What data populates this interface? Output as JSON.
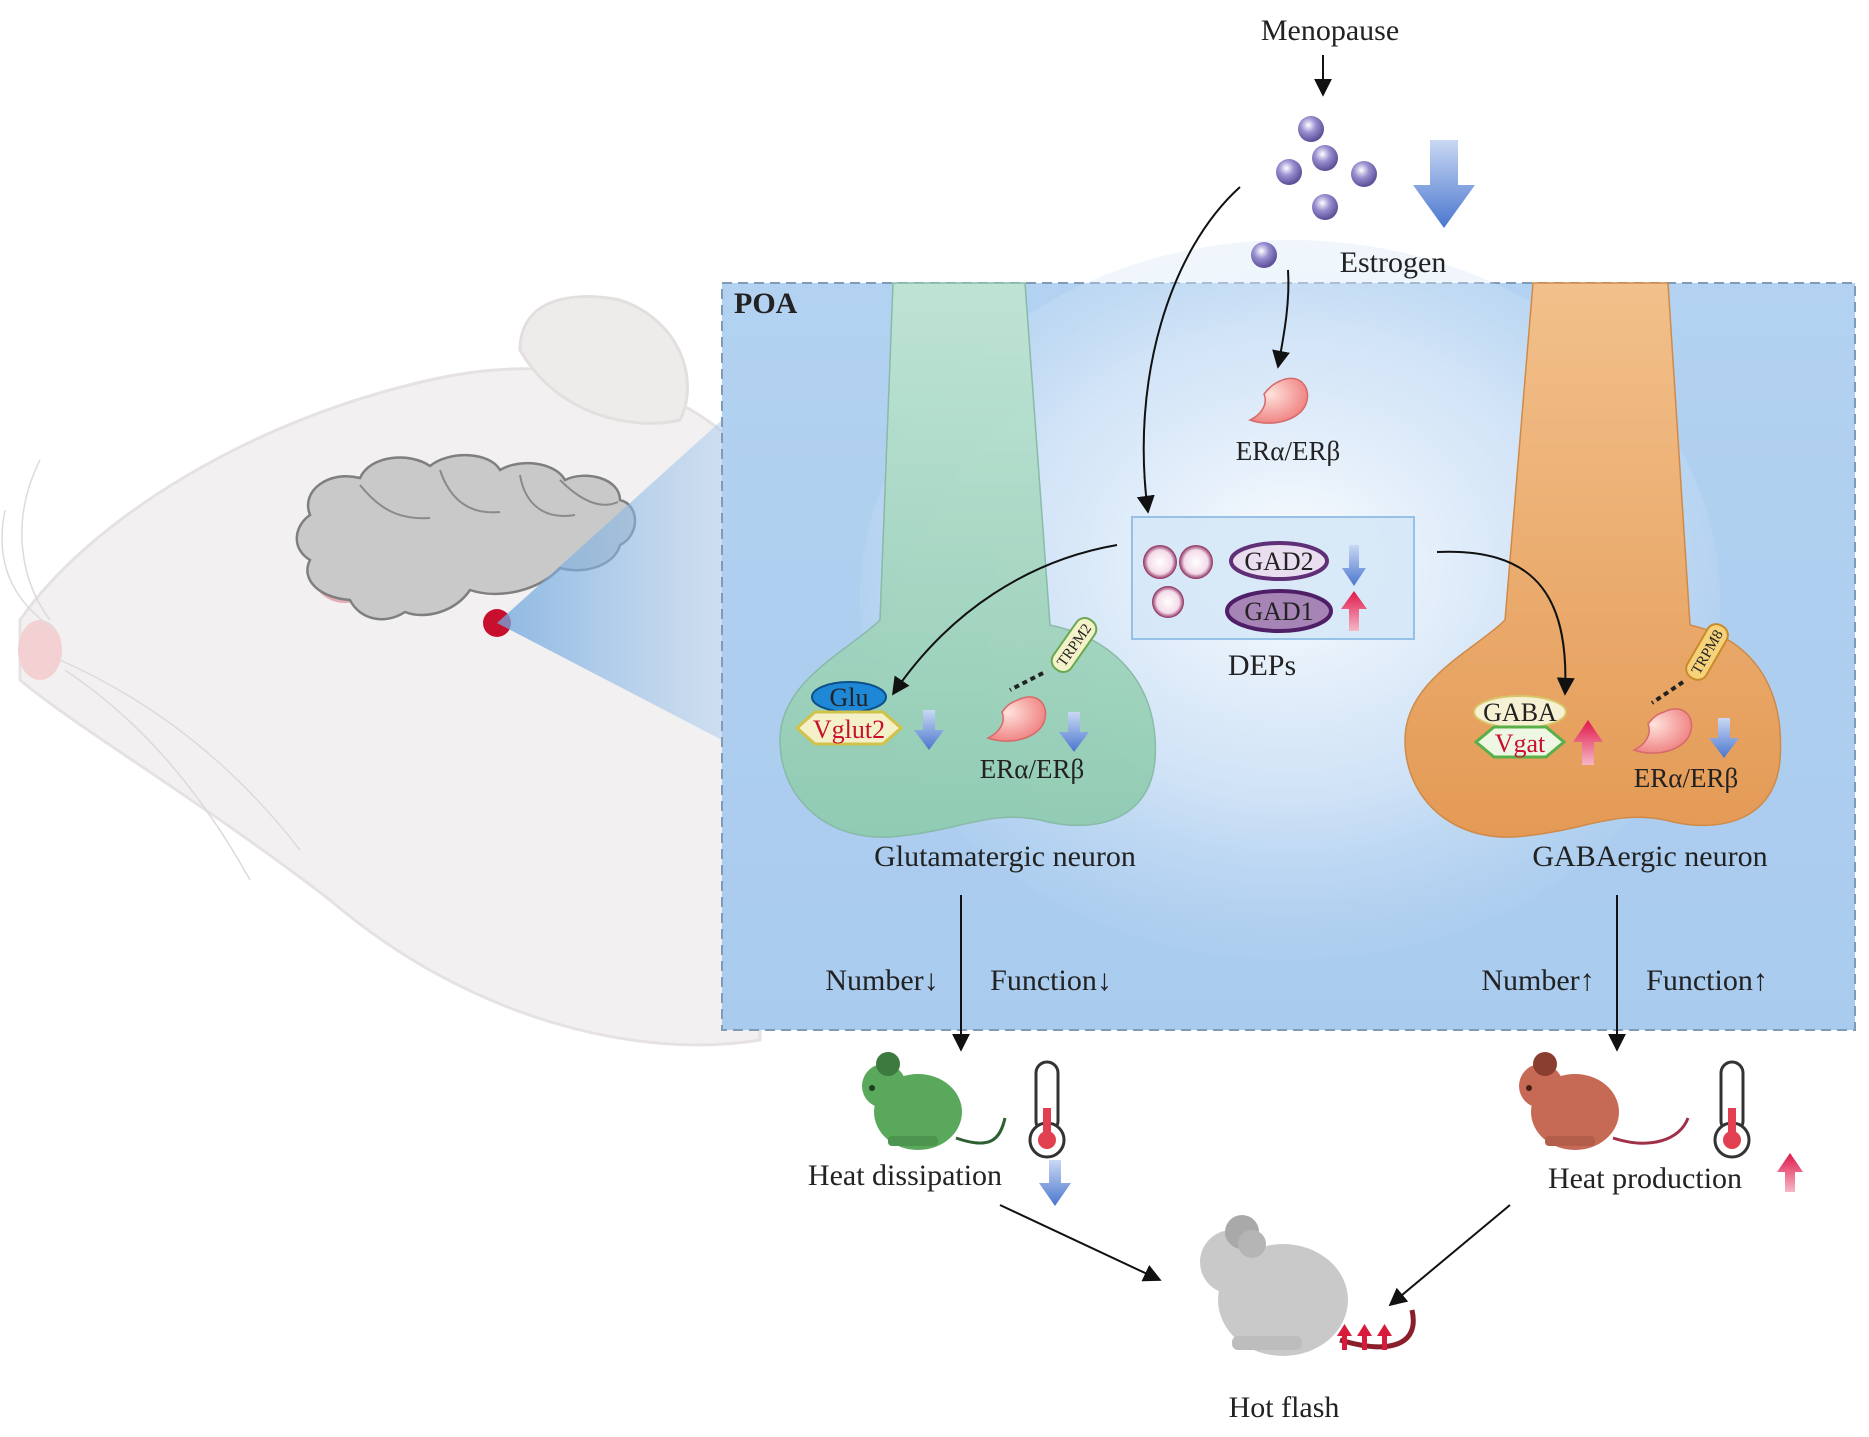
{
  "labels": {
    "menopause": "Menopause",
    "estrogen": "Estrogen",
    "poa": "POA",
    "er_top": "ERα/ERβ",
    "er_left": "ERα/ERβ",
    "er_right": "ERα/ERβ",
    "deps": "DEPs",
    "gad2": "GAD2",
    "gad1": "GAD1",
    "glu": "Glu",
    "vglut2": "Vglut2",
    "gaba": "GABA",
    "vgat": "Vgat",
    "trpm2": "TRPM2",
    "trpm8": "TRPM8",
    "glutamatergic_neuron": "Glutamatergic neuron",
    "gabaergic_neuron": "GABAergic neuron",
    "number_down": "Number↓",
    "function_down": "Function↓",
    "number_up": "Number↑",
    "function_up": "Function↑",
    "heat_dissipation": "Heat dissipation",
    "heat_production": "Heat production",
    "hot_flash": "Hot flash"
  },
  "colors": {
    "poa_background": "#b9d6f2",
    "glutamatergic_neuron": "#9fd3bd",
    "gabaergic_neuron": "#e8a463",
    "decrease_arrow": "#5b86d6",
    "increase_arrow": "#e0224f",
    "estrogen_particle": "#6b5fa8",
    "receptor": "#f08a8a",
    "green_mouse": "#5aa85c",
    "red_mouse": "#c76a55",
    "grey_mouse": "#c9c9c9"
  },
  "icons": [
    "rat-head-illustration",
    "brain-illustration",
    "estrogen-particle-icon",
    "receptor-icon",
    "vesicle-icon",
    "thermometer-icon",
    "mouse-icon",
    "up-arrow-icon",
    "down-arrow-icon"
  ]
}
